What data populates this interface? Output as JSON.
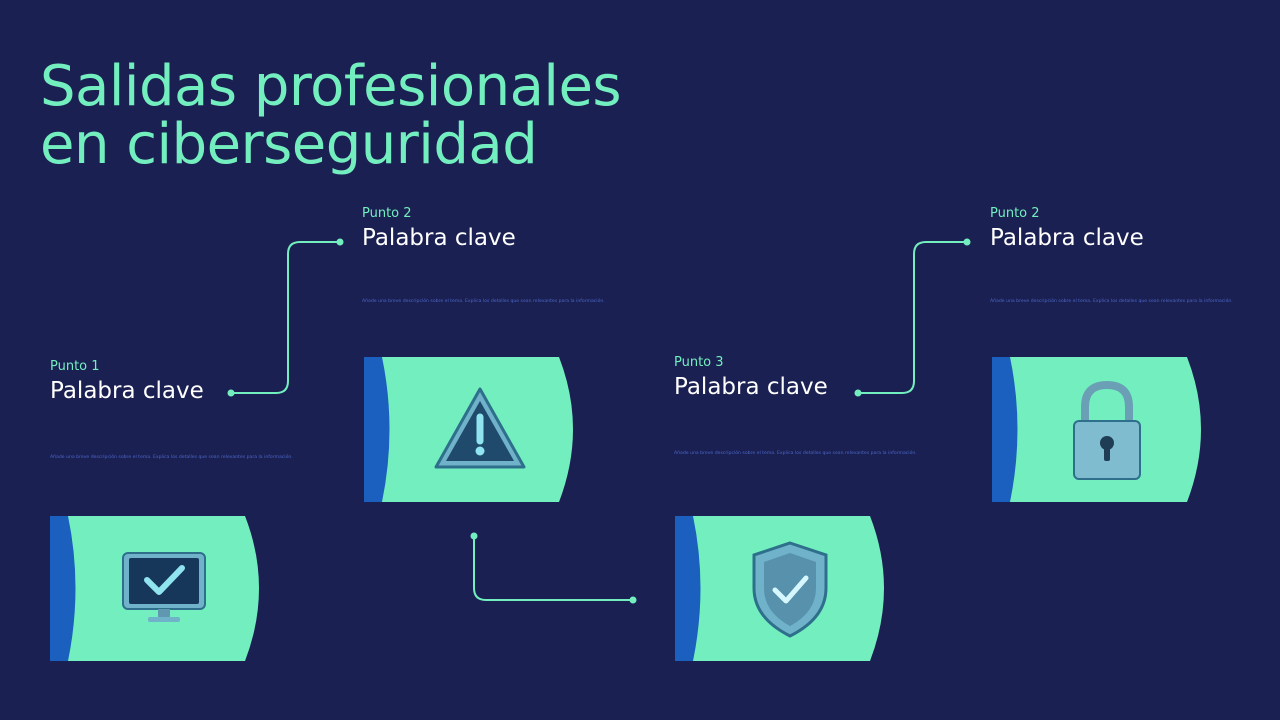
{
  "title": {
    "line1": "Salidas profesionales",
    "line2": "en ciberseguridad"
  },
  "colors": {
    "background": "#1b2052",
    "accent": "#73efbf",
    "card_stripe": "#1b5fbf",
    "description": "#4a66c8"
  },
  "points": [
    {
      "label": "Punto 1",
      "keyword": "Palabra clave",
      "description": "Añade una breve descripción sobre el tema. Explica los detalles que sean relevantes para la información.",
      "icon": "monitor-check-icon"
    },
    {
      "label": "Punto 2",
      "keyword": "Palabra clave",
      "description": "Añade una breve descripción sobre el tema. Explica los detalles que sean relevantes para la información.",
      "icon": "warning-triangle-icon"
    },
    {
      "label": "Punto 3",
      "keyword": "Palabra clave",
      "description": "Añade una breve descripción sobre el tema. Explica los detalles que sean relevantes para la información.",
      "icon": "shield-check-icon"
    },
    {
      "label": "Punto 2",
      "keyword": "Palabra clave",
      "description": "Añade una breve descripción sobre el tema. Explica los detalles que sean relevantes para la información.",
      "icon": "padlock-icon"
    }
  ]
}
